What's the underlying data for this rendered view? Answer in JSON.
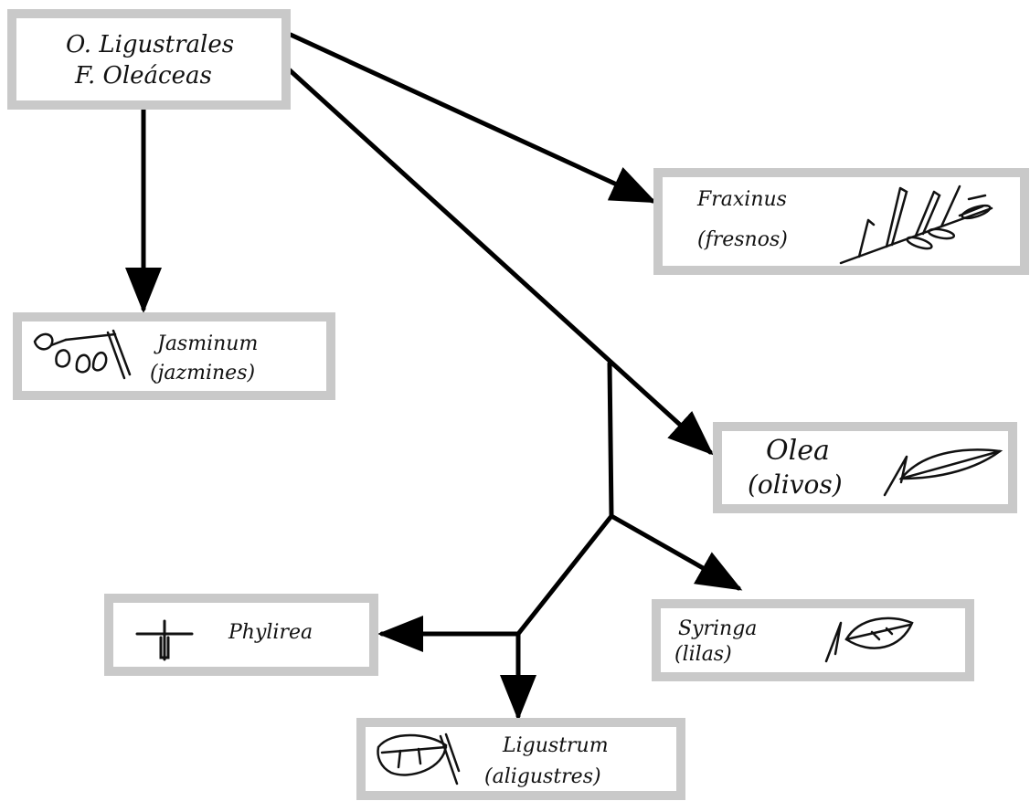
{
  "nodes": {
    "root": {
      "line1": "O. Ligustrales",
      "line2": "F. Oleáceas"
    },
    "fraxinus": {
      "name": "Fraxinus",
      "common": "(fresnos)",
      "icon": "pinnate-leaf-icon"
    },
    "jasminum": {
      "name": "Jasminum",
      "common": "(jazmines)",
      "icon": "compound-leaf-icon"
    },
    "olea": {
      "name": "Olea",
      "common": "(olivos)",
      "icon": "lanceolate-leaf-icon"
    },
    "syringa": {
      "name": "Syringa",
      "common": "(lilas)",
      "icon": "ovate-leaf-icon"
    },
    "phylirea": {
      "name": "Phylirea",
      "icon": "opposite-leaf-icon"
    },
    "ligustrum": {
      "name": "Ligustrum",
      "common": "(aligustres)",
      "icon": "elliptic-leaf-icon"
    }
  },
  "edges": [
    {
      "from": "O. Ligustrales / F. Oleáceas",
      "to": "Fraxinus"
    },
    {
      "from": "O. Ligustrales / F. Oleáceas",
      "to": "Jasminum"
    },
    {
      "from": "O. Ligustrales / F. Oleáceas",
      "to": "Olea"
    },
    {
      "from": "O. Ligustrales / F. Oleáceas",
      "to": "Syringa"
    },
    {
      "from": "O. Ligustrales / F. Oleáceas",
      "to": "Phylirea"
    },
    {
      "from": "O. Ligustrales / F. Oleáceas",
      "to": "Ligustrum"
    }
  ],
  "colors": {
    "line": "#000000",
    "box_border": "#c9c9c9",
    "background": "#ffffff"
  }
}
